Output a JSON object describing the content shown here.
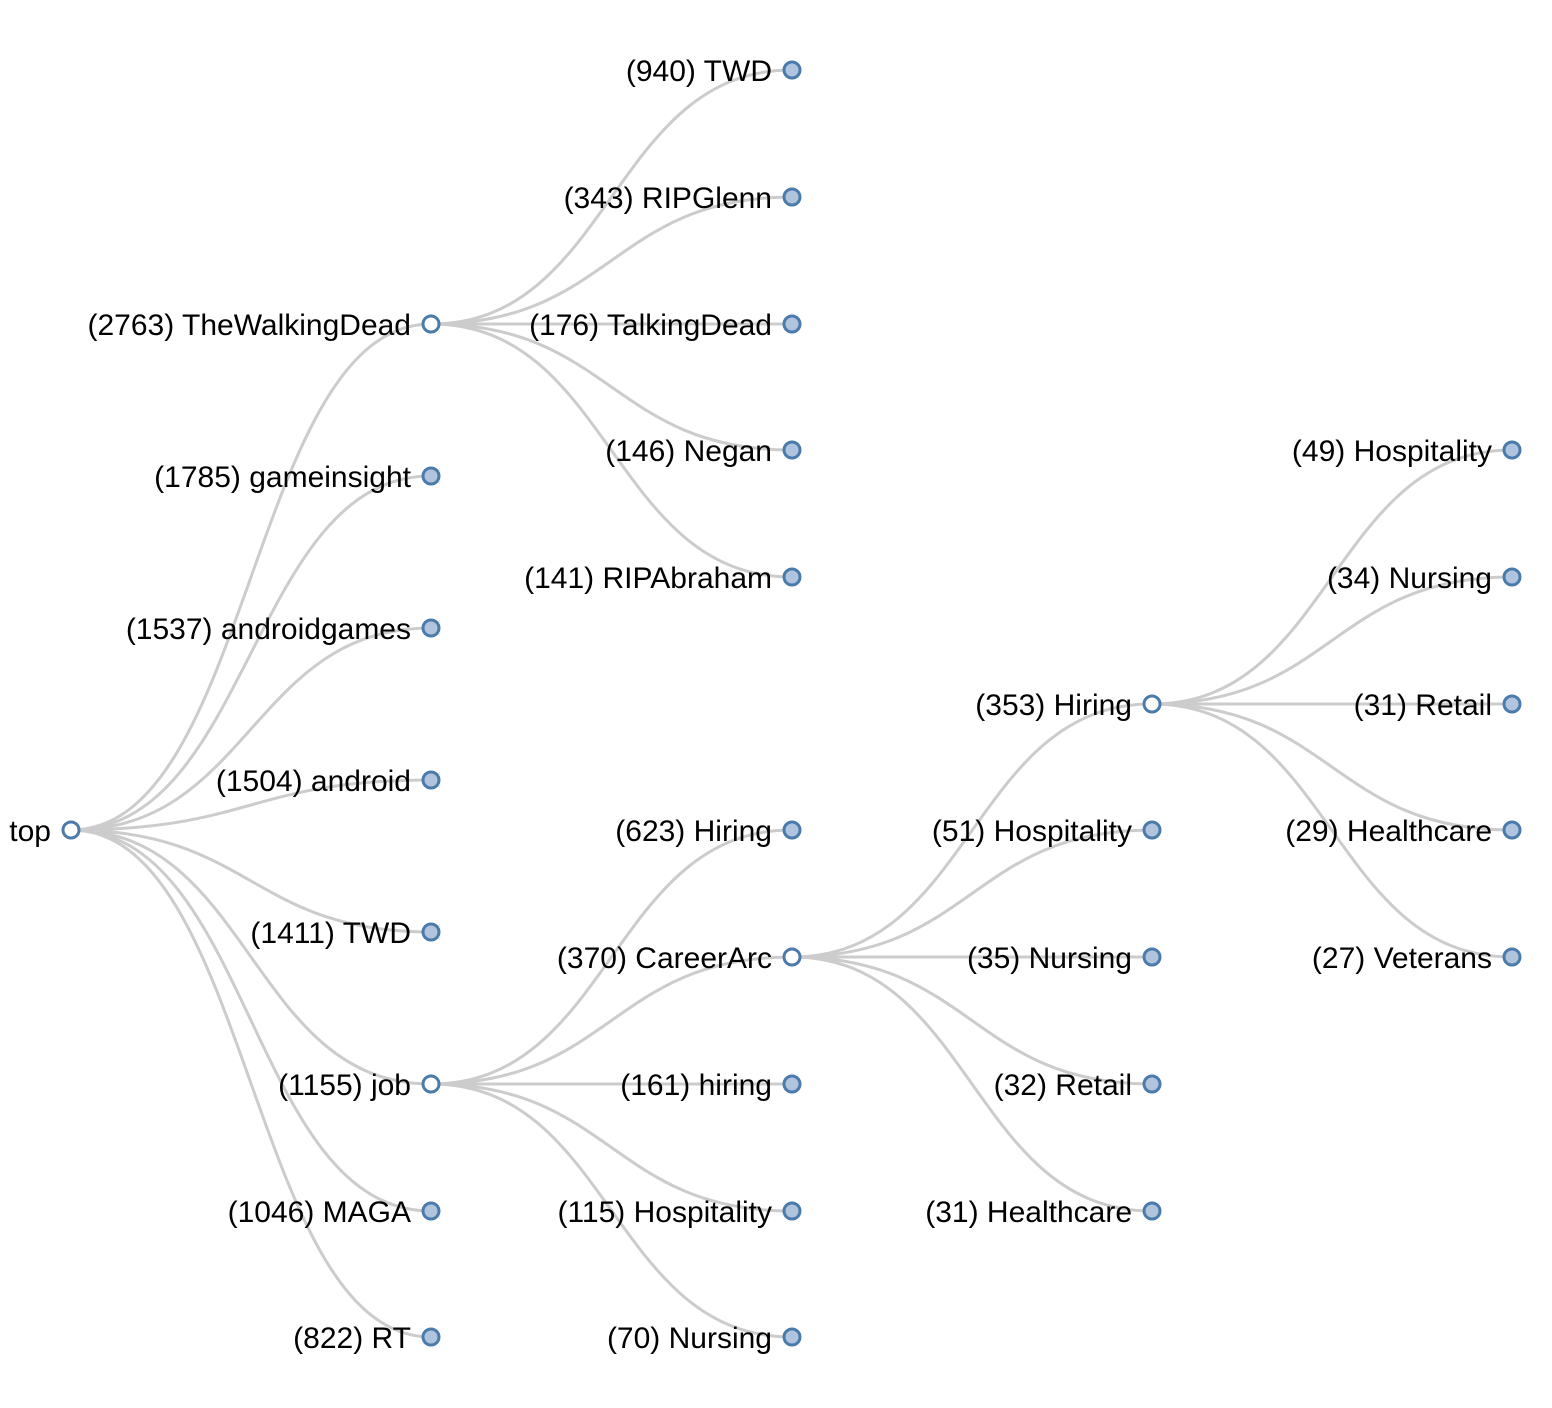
{
  "tree": {
    "root": {
      "id": "top",
      "label": "top",
      "state": "expanded",
      "children": [
        {
          "id": "thewalkingdead",
          "label": "(2763) TheWalkingDead",
          "state": "expanded",
          "children": [
            {
              "id": "thewalkingdead-twd",
              "label": "(940) TWD",
              "state": "collapsed"
            },
            {
              "id": "thewalkingdead-ripglenn",
              "label": "(343) RIPGlenn",
              "state": "collapsed"
            },
            {
              "id": "thewalkingdead-talkingdead",
              "label": "(176) TalkingDead",
              "state": "collapsed"
            },
            {
              "id": "thewalkingdead-negan",
              "label": "(146) Negan",
              "state": "collapsed"
            },
            {
              "id": "thewalkingdead-ripabraham",
              "label": "(141) RIPAbraham",
              "state": "collapsed"
            }
          ]
        },
        {
          "id": "gameinsight",
          "label": "(1785) gameinsight",
          "state": "collapsed"
        },
        {
          "id": "androidgames",
          "label": "(1537) androidgames",
          "state": "collapsed"
        },
        {
          "id": "android",
          "label": "(1504) android",
          "state": "collapsed"
        },
        {
          "id": "twd",
          "label": "(1411) TWD",
          "state": "collapsed"
        },
        {
          "id": "job",
          "label": "(1155) job",
          "state": "expanded",
          "children": [
            {
              "id": "job-hiring",
              "label": "(623) Hiring",
              "state": "collapsed"
            },
            {
              "id": "job-careerarc",
              "label": "(370) CareerArc",
              "state": "expanded",
              "children": [
                {
                  "id": "careerarc-hiring",
                  "label": "(353) Hiring",
                  "state": "expanded",
                  "children": [
                    {
                      "id": "hiring-hospitality",
                      "label": "(49) Hospitality",
                      "state": "collapsed"
                    },
                    {
                      "id": "hiring-nursing",
                      "label": "(34) Nursing",
                      "state": "collapsed"
                    },
                    {
                      "id": "hiring-retail",
                      "label": "(31) Retail",
                      "state": "collapsed"
                    },
                    {
                      "id": "hiring-healthcare",
                      "label": "(29) Healthcare",
                      "state": "collapsed"
                    },
                    {
                      "id": "hiring-veterans",
                      "label": "(27) Veterans",
                      "state": "collapsed"
                    }
                  ]
                },
                {
                  "id": "careerarc-hospitality",
                  "label": "(51) Hospitality",
                  "state": "collapsed"
                },
                {
                  "id": "careerarc-nursing",
                  "label": "(35) Nursing",
                  "state": "collapsed"
                },
                {
                  "id": "careerarc-retail",
                  "label": "(32) Retail",
                  "state": "collapsed"
                },
                {
                  "id": "careerarc-healthcare",
                  "label": "(31) Healthcare",
                  "state": "collapsed"
                }
              ]
            },
            {
              "id": "job-hiring-lower",
              "label": "(161) hiring",
              "state": "collapsed"
            },
            {
              "id": "job-hospitality",
              "label": "(115) Hospitality",
              "state": "collapsed"
            },
            {
              "id": "job-nursing",
              "label": "(70) Nursing",
              "state": "collapsed"
            }
          ]
        },
        {
          "id": "maga",
          "label": "(1046) MAGA",
          "state": "collapsed"
        },
        {
          "id": "rt",
          "label": "(822) RT",
          "state": "collapsed"
        }
      ]
    }
  },
  "colors": {
    "link": "#cccccc",
    "node_stroke": "#4a7bab",
    "node_fill_collapsed": "#b0c4de",
    "node_fill_expanded": "#ffffff",
    "label": "#000000"
  }
}
